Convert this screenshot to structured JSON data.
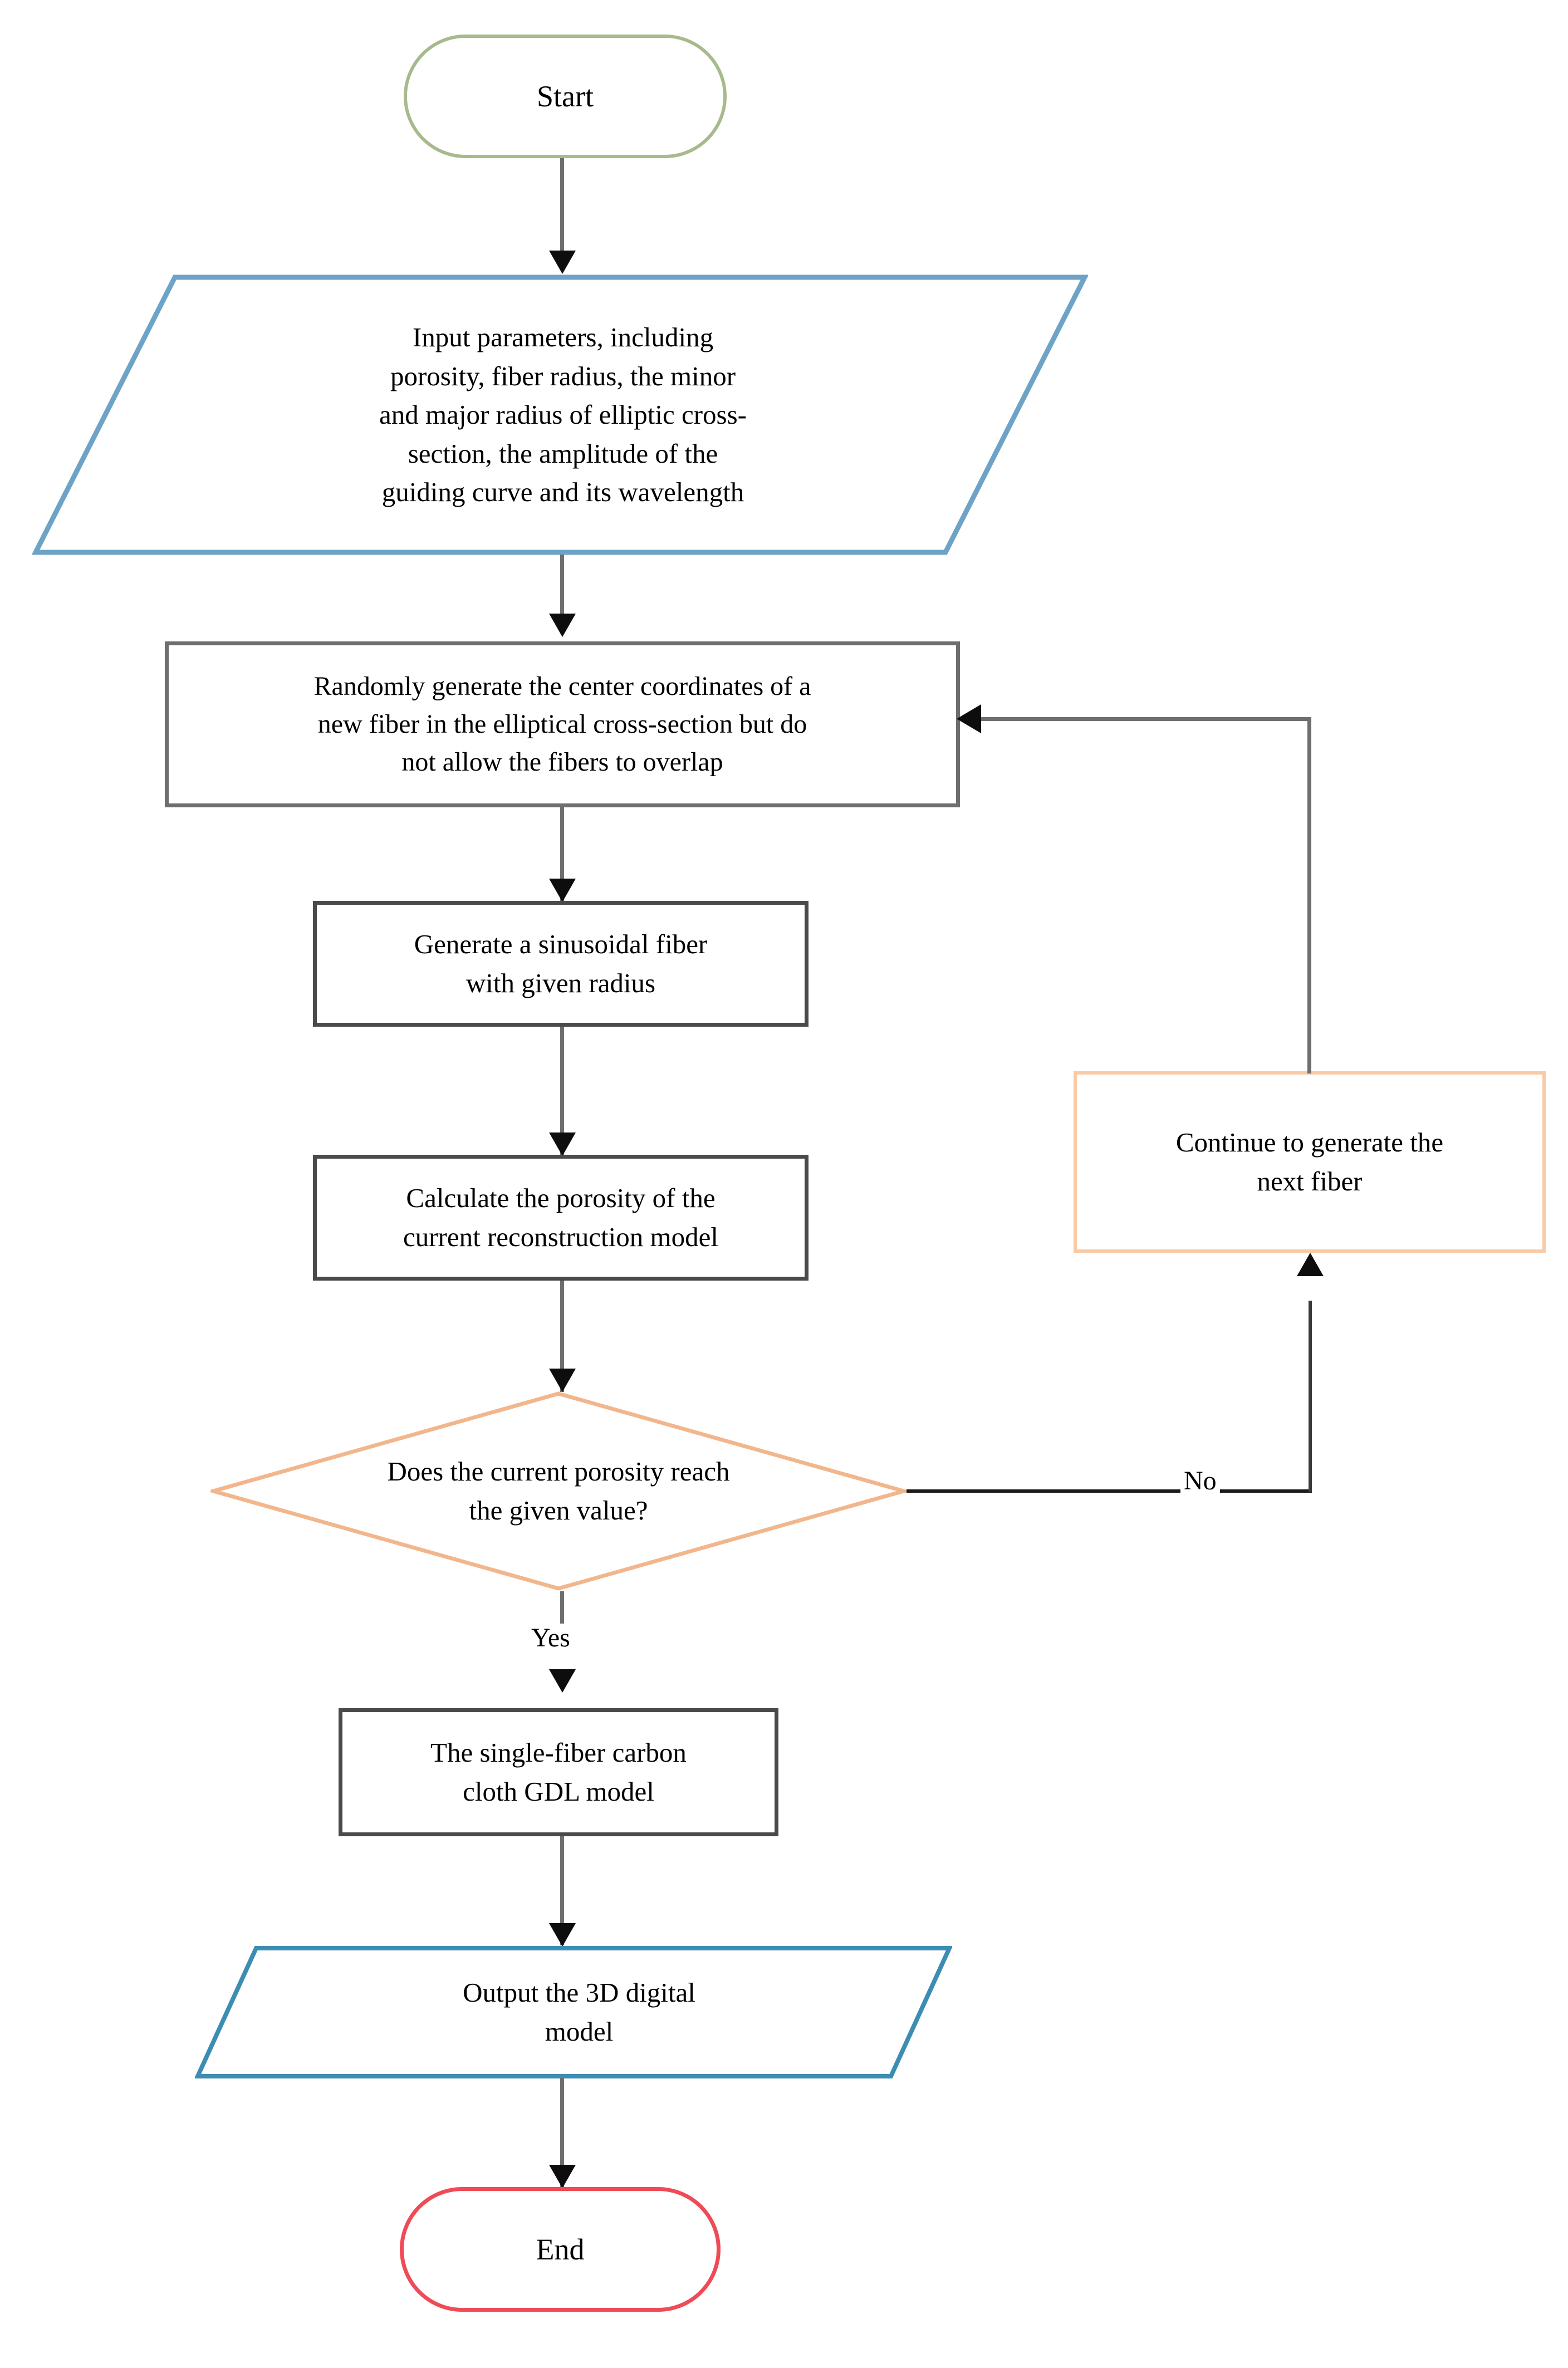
{
  "diagram": {
    "title": "Single-fiber carbon cloth GDL reconstruction flowchart",
    "type": "flowchart",
    "colors": {
      "start_border": "#a7ba8c",
      "end_border": "#ef4b56",
      "io_border": "#6da3c6",
      "process_border": "#6e6e6e",
      "decision_border": "#f5c6a0",
      "loop_border": "#f8cba7",
      "connector": "#6e6e6e",
      "arrowhead": "#0d0d0d",
      "text": "#000000",
      "background": "#ffffff"
    },
    "nodes": [
      {
        "id": "start",
        "shape": "terminator",
        "label": "Start"
      },
      {
        "id": "input-parameters",
        "shape": "parallelogram",
        "label": "Input parameters, including\nporosity, fiber radius, the minor\nand major radius of elliptic cross-\nsection, the amplitude of the\nguiding curve and its wavelength"
      },
      {
        "id": "random-center",
        "shape": "rectangle",
        "label": "Randomly generate the center coordinates of a\nnew fiber in the elliptical cross-section but do\nnot allow the fibers to overlap"
      },
      {
        "id": "generate-fiber",
        "shape": "rectangle",
        "label": "Generate a sinusoidal fiber\nwith given radius"
      },
      {
        "id": "calculate-porosity",
        "shape": "rectangle",
        "label": "Calculate the porosity of the\ncurrent reconstruction model"
      },
      {
        "id": "continue-next-fiber",
        "shape": "rectangle",
        "label": "Continue to generate the\nnext fiber"
      },
      {
        "id": "porosity-decision",
        "shape": "diamond",
        "label": "Does the current porosity reach\nthe given value?"
      },
      {
        "id": "gdl-model",
        "shape": "rectangle",
        "label": "The single-fiber carbon\ncloth GDL model"
      },
      {
        "id": "output-model",
        "shape": "parallelogram",
        "label": "Output the 3D digital\nmodel"
      },
      {
        "id": "end",
        "shape": "terminator",
        "label": "End"
      }
    ],
    "edges": [
      {
        "id": "e1",
        "from": "start",
        "to": "input-parameters",
        "label": ""
      },
      {
        "id": "e2",
        "from": "input-parameters",
        "to": "random-center",
        "label": ""
      },
      {
        "id": "e3",
        "from": "random-center",
        "to": "generate-fiber",
        "label": ""
      },
      {
        "id": "e4",
        "from": "generate-fiber",
        "to": "calculate-porosity",
        "label": ""
      },
      {
        "id": "e5",
        "from": "calculate-porosity",
        "to": "porosity-decision",
        "label": ""
      },
      {
        "id": "e6",
        "from": "porosity-decision",
        "to": "continue-next-fiber",
        "label": "No"
      },
      {
        "id": "e7",
        "from": "continue-next-fiber",
        "to": "random-center",
        "label": ""
      },
      {
        "id": "e8",
        "from": "porosity-decision",
        "to": "gdl-model",
        "label": "Yes"
      },
      {
        "id": "e9",
        "from": "gdl-model",
        "to": "output-model",
        "label": ""
      },
      {
        "id": "e10",
        "from": "output-model",
        "to": "end",
        "label": ""
      }
    ],
    "edge_labels": {
      "no": "No",
      "yes": "Yes"
    }
  }
}
